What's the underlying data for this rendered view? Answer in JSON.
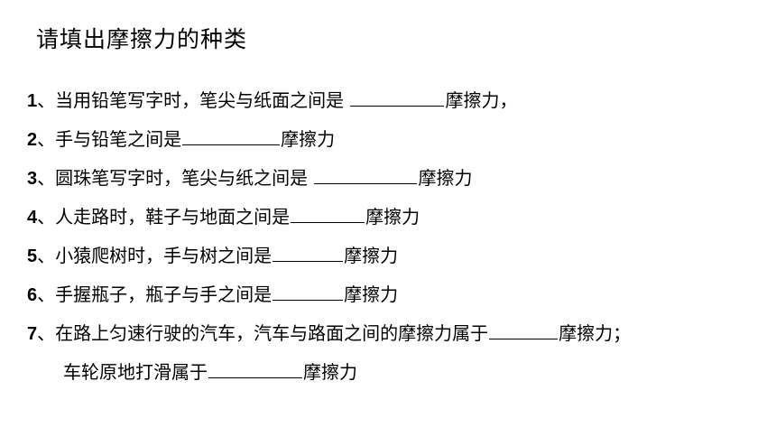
{
  "title": "请填出摩擦力的种类",
  "questions": [
    {
      "num": "1",
      "sep": "、",
      "before": "当用铅笔写字时，笔尖与纸面之间是 ",
      "after": "摩擦力，"
    },
    {
      "num": "2",
      "sep": "、",
      "before": "手与铅笔之间是",
      "after": "摩擦力"
    },
    {
      "num": "3",
      "sep": "、",
      "before": "圆珠笔写字时，笔尖与纸之间是 ",
      "after": "摩擦力"
    },
    {
      "num": "4",
      "sep": "、",
      "before": "人走路时，鞋子与地面之间是",
      "after": "摩擦力"
    },
    {
      "num": "5",
      "sep": "、",
      "before": "小猿爬树时，手与树之间是",
      "after": "摩擦力"
    },
    {
      "num": "6",
      "sep": "、",
      "before": "手握瓶子，瓶子与手之间是",
      "after": "摩擦力"
    },
    {
      "num": "7",
      "sep": "、",
      "before": "在路上匀速行驶的汽车，汽车与路面之间的摩擦力属于",
      "after": "摩擦力；"
    }
  ],
  "continuation": {
    "before": "车轮原地打滑属于",
    "after": "摩擦力"
  }
}
